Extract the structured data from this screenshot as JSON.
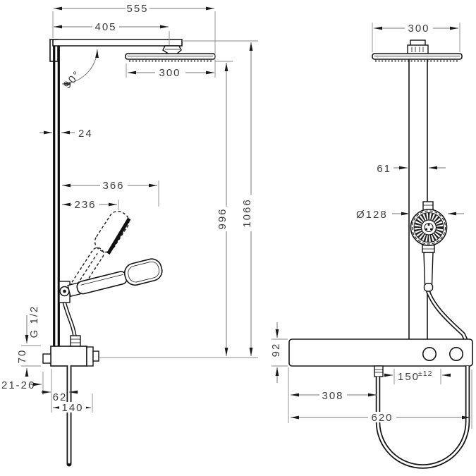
{
  "drawing": {
    "type": "technical-dimension-drawing",
    "subject": "shower pipe system with overhead shower, hand shower and thermostat shelf",
    "views": [
      "side view",
      "front view"
    ]
  },
  "colors": {
    "background": "#ffffff",
    "product_line": "#141414",
    "dimension_line": "#757575",
    "text": "#3c3c3c"
  },
  "dims": {
    "side": {
      "total_width": "555",
      "arm_width": "405",
      "head_width": "300",
      "angle": "90°",
      "pipe_depth": "24",
      "hand_shower_reach_max": "366",
      "hand_shower_reach": "236",
      "height_to_head_face": "996",
      "height_total": "1066",
      "hose_thread": "G 1/2",
      "valve_height": "70",
      "wall_distance_range": "21-26",
      "hose_offset": "62",
      "valve_width": "140"
    },
    "front": {
      "head_width": "300",
      "pipe_width": "61",
      "hand_shower_diameter": "Ø128",
      "shelf_height": "92",
      "supply_spacing": "150",
      "supply_tolerance": "±12",
      "outlet_offset": "308",
      "shelf_width": "620"
    }
  }
}
